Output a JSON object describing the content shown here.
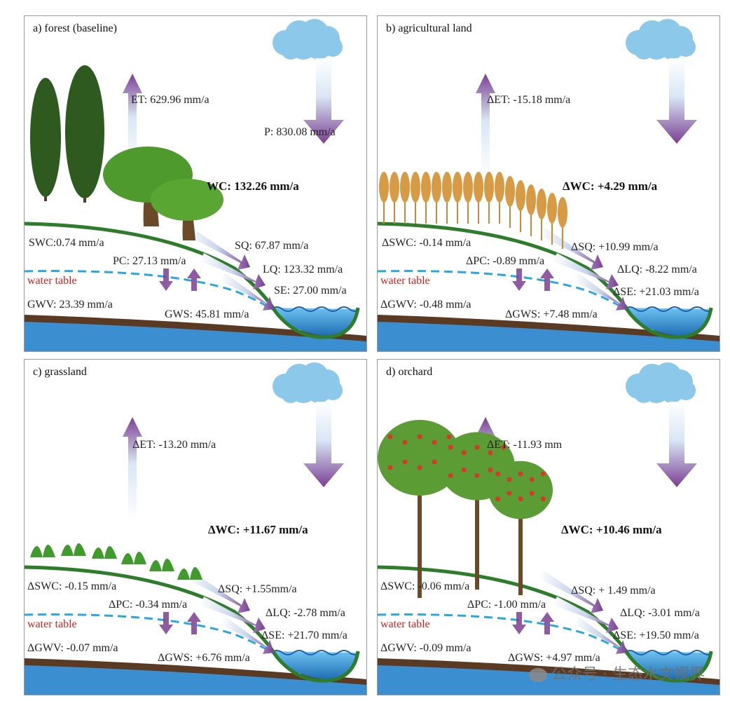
{
  "panels": [
    {
      "title": "a) forest (baseline)",
      "vegetation": "forest",
      "labels": {
        "et": "ET: 629.96 mm/a",
        "p": "P: 830.08 mm/a",
        "wc": "WC: 132.26 mm/a",
        "swc": "SWC:0.74 mm/a",
        "sq": "SQ: 67.87 mm/a",
        "pc": "PC: 27.13 mm/a",
        "lq": "LQ: 123.32 mm/a",
        "water_table": "water table",
        "se": "SE: 27.00 mm/a",
        "gwv": "GWV: 23.39 mm/a",
        "gws": "GWS: 45.81 mm/a"
      }
    },
    {
      "title": "b) agricultural land",
      "vegetation": "wheat",
      "labels": {
        "et": "ΔET: -15.18 mm/a",
        "p": "",
        "wc": "ΔWC: +4.29 mm/a",
        "swc": "ΔSWC: -0.14 mm/a",
        "sq": "ΔSQ: +10.99 mm/a",
        "pc": "ΔPC: -0.89 mm/a",
        "lq": "ΔLQ: -8.22 mm/a",
        "water_table": "water table",
        "se": "ΔSE: +21.03 mm/a",
        "gwv": "ΔGWV: -0.48 mm/a",
        "gws": "ΔGWS: +7.48 mm/a"
      }
    },
    {
      "title": "c) grassland",
      "vegetation": "grass",
      "labels": {
        "et": "ΔET: -13.20 mm/a",
        "p": "",
        "wc": "ΔWC: +11.67 mm/a",
        "swc": "ΔSWC: -0.15 mm/a",
        "sq": "ΔSQ: +1.55mm/a",
        "pc": "ΔPC: -0.34 mm/a",
        "lq": "ΔLQ: -2.78 mm/a",
        "water_table": "water table",
        "se": "ΔSE: +21.70 mm/a",
        "gwv": "ΔGWV: -0.07 mm/a",
        "gws": "ΔGWS: +6.76 mm/a"
      }
    },
    {
      "title": "d) orchard",
      "vegetation": "orchard",
      "labels": {
        "et": "ΔET: -11.93 mm",
        "p": "",
        "wc": "ΔWC: +10.46 mm/a",
        "swc": "ΔSWC: -0.06 mm/a",
        "sq": "ΔSQ: + 1.49 mm/a",
        "pc": "ΔPC: -1.00 mm/a",
        "lq": "ΔLQ: -3.01 mm/a",
        "water_table": "water table",
        "se": "ΔSE: +19.50 mm/a",
        "gwv": "ΔGWV: -0.09 mm/a",
        "gws": "ΔGWS: +4.97 mm/a"
      }
    }
  ],
  "watermark": "公众号 · 生态水文视界",
  "colors": {
    "arrow_purple": "#7b3f93",
    "arrow_light": "#d9e6f5",
    "ground_green": "#2e7d2a",
    "water_table_line": "#29a8e0",
    "water_table_text": "#d0201c",
    "river_water": "#3b8fd0",
    "bedrock_brown": "#5b3a24",
    "cloud_blue": "#8cc8ea"
  }
}
